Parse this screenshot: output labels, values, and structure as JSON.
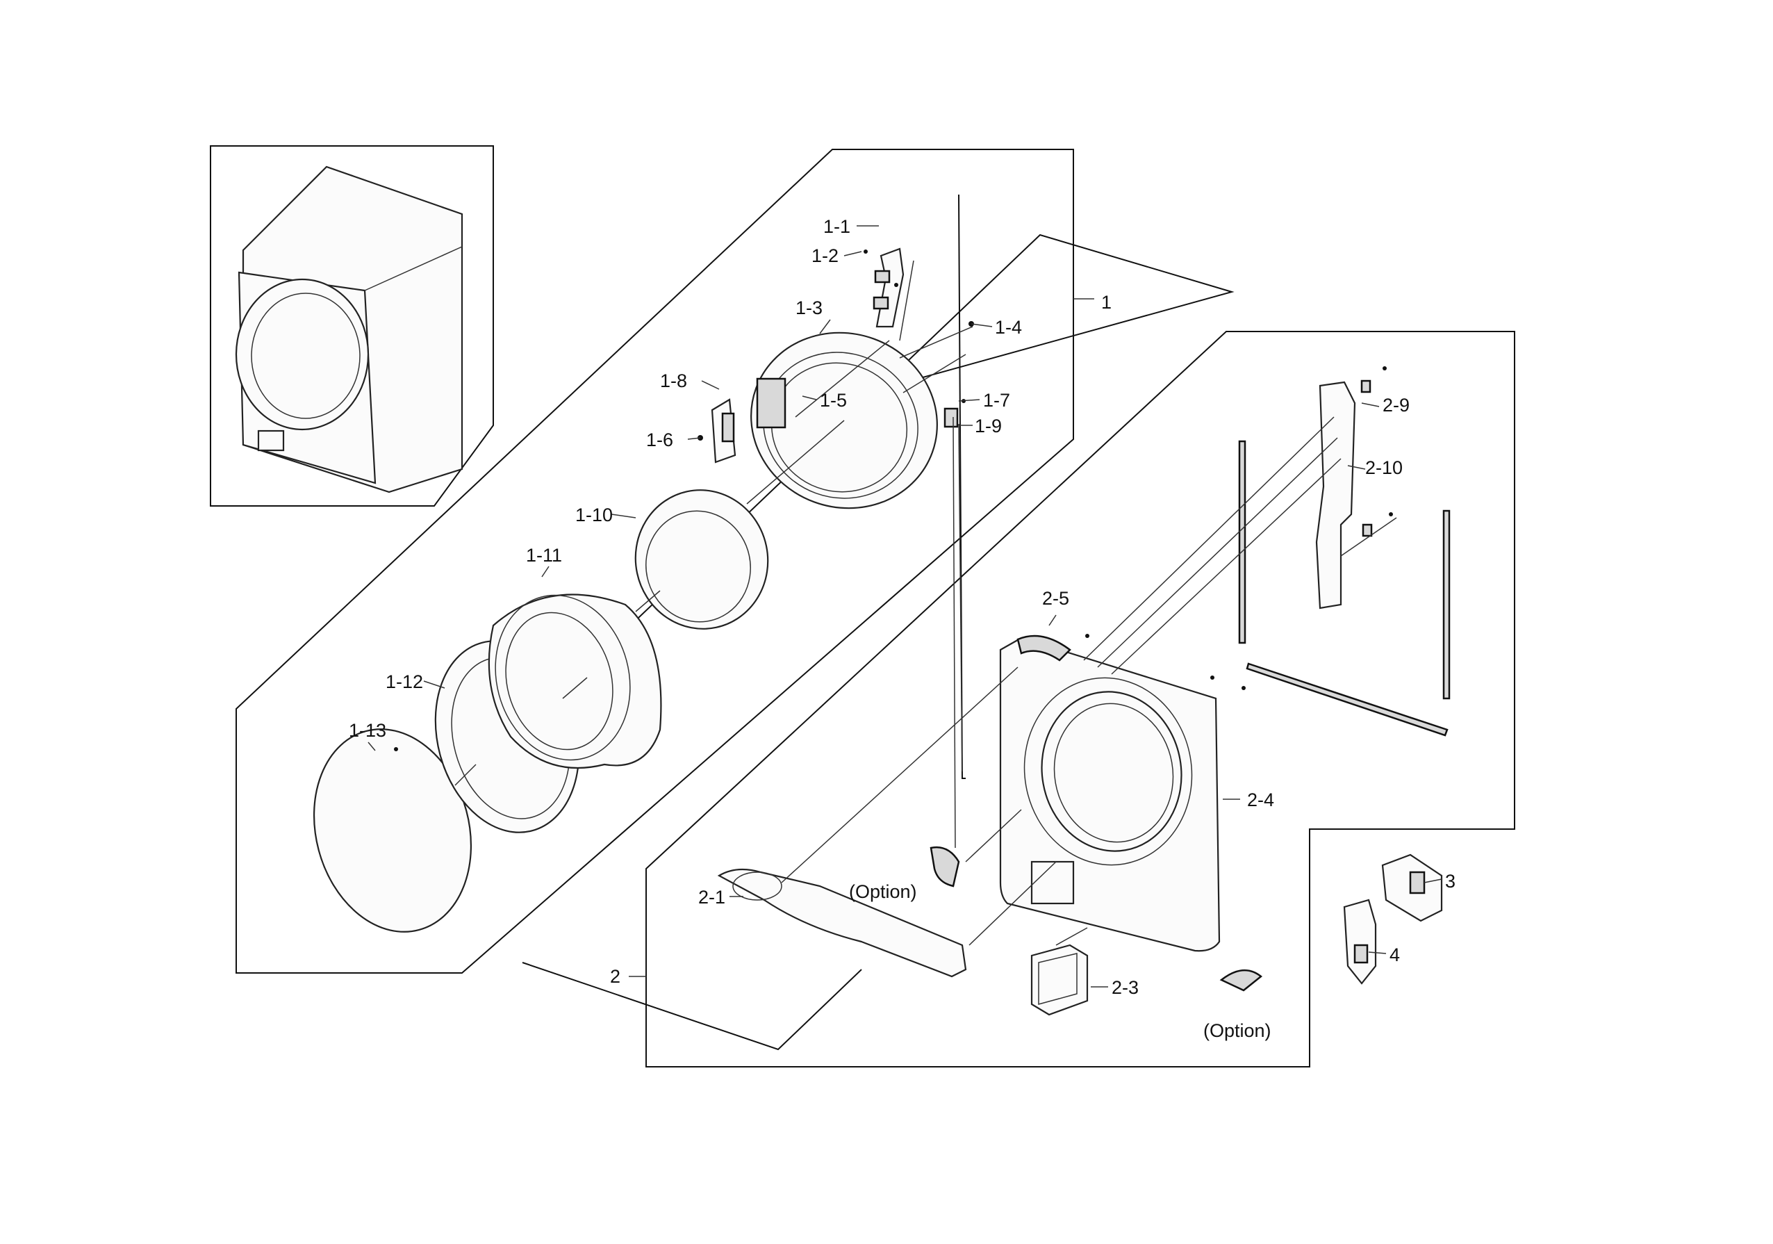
{
  "labels": {
    "l1": "1",
    "l1_1": "1-1",
    "l1_2": "1-2",
    "l1_3": "1-3",
    "l1_4": "1-4",
    "l1_5": "1-5",
    "l1_6": "1-6",
    "l1_7": "1-7",
    "l1_8": "1-8",
    "l1_9": "1-9",
    "l1_10": "1-10",
    "l1_11": "1-11",
    "l1_12": "1-12",
    "l1_13": "1-13",
    "l2": "2",
    "l2_1": "2-1",
    "l2_3": "2-3",
    "l2_4": "2-4",
    "l2_5": "2-5",
    "l2_9": "2-9",
    "l2_10": "2-10",
    "l3": "3",
    "l4": "4",
    "option_a": "(Option)",
    "option_b": "(Option)"
  }
}
